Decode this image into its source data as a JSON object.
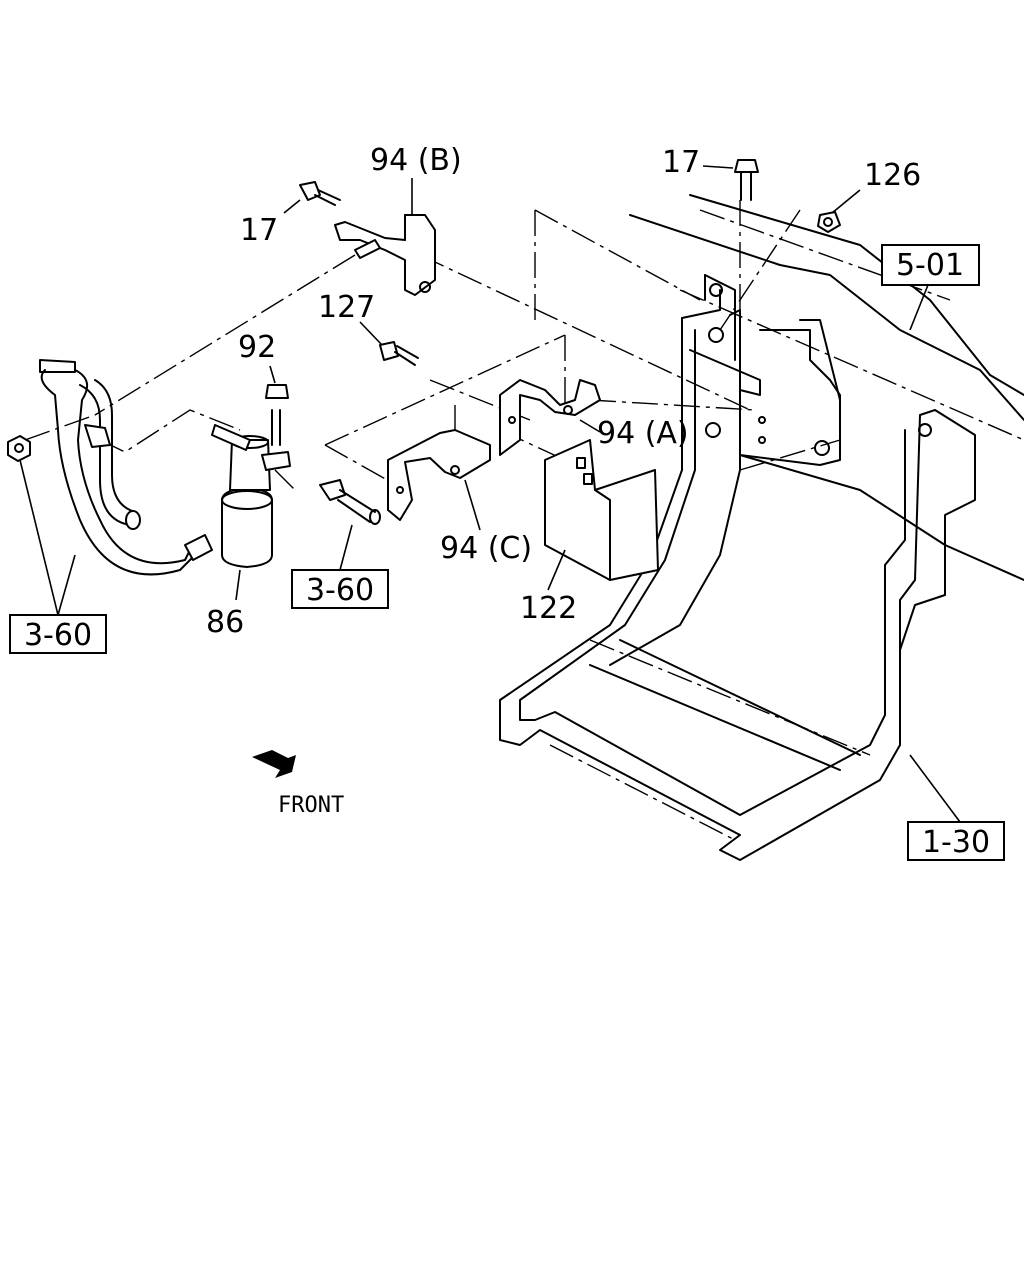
{
  "callouts": {
    "bolt_17_left": "17",
    "bolt_17_right": "17",
    "bracket_94b": "94 (B)",
    "bracket_94a": "94 (A)",
    "bracket_94c": "94 (C)",
    "nut_126": "126",
    "bolt_127": "127",
    "bolt_92": "92",
    "filter_86": "86",
    "cover_122": "122"
  },
  "references": {
    "ref_5_01": "5-01",
    "ref_3_60_left": "3-60",
    "ref_3_60_mid": "3-60",
    "ref_1_30": "1-30"
  },
  "orientation": {
    "front_label": "FRONT"
  }
}
